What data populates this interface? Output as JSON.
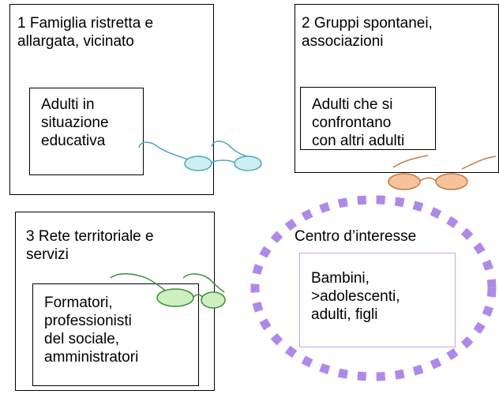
{
  "diagram": {
    "box1": {
      "title": "1 Famiglia ristretta e\nallargata, vicinato",
      "inner": "Adulti in\nsituazione\neducativa"
    },
    "box2": {
      "title": "2 Gruppi spontanei,\nassociazioni",
      "inner": "Adulti che si\nconfrontano\ncon altri adulti"
    },
    "box3": {
      "title": "3 Rete territoriale e\n  servizi",
      "inner": "Formatori,\nprofessionisti\ndel sociale,\namministratori"
    },
    "center": {
      "title": "Centro d’interesse",
      "inner": "Bambini,\n>adolescenti,\nadulti, figli"
    }
  },
  "colors": {
    "circle": "#b088e8",
    "center_box_border": "#c9a3f0",
    "glasses_1": "#cfeef2",
    "glasses_1_stroke": "#4aa6b8",
    "glasses_2": "#f6c29a",
    "glasses_2_stroke": "#c27a45",
    "glasses_3": "#ccf0c0",
    "glasses_3_stroke": "#3d8a3d"
  }
}
